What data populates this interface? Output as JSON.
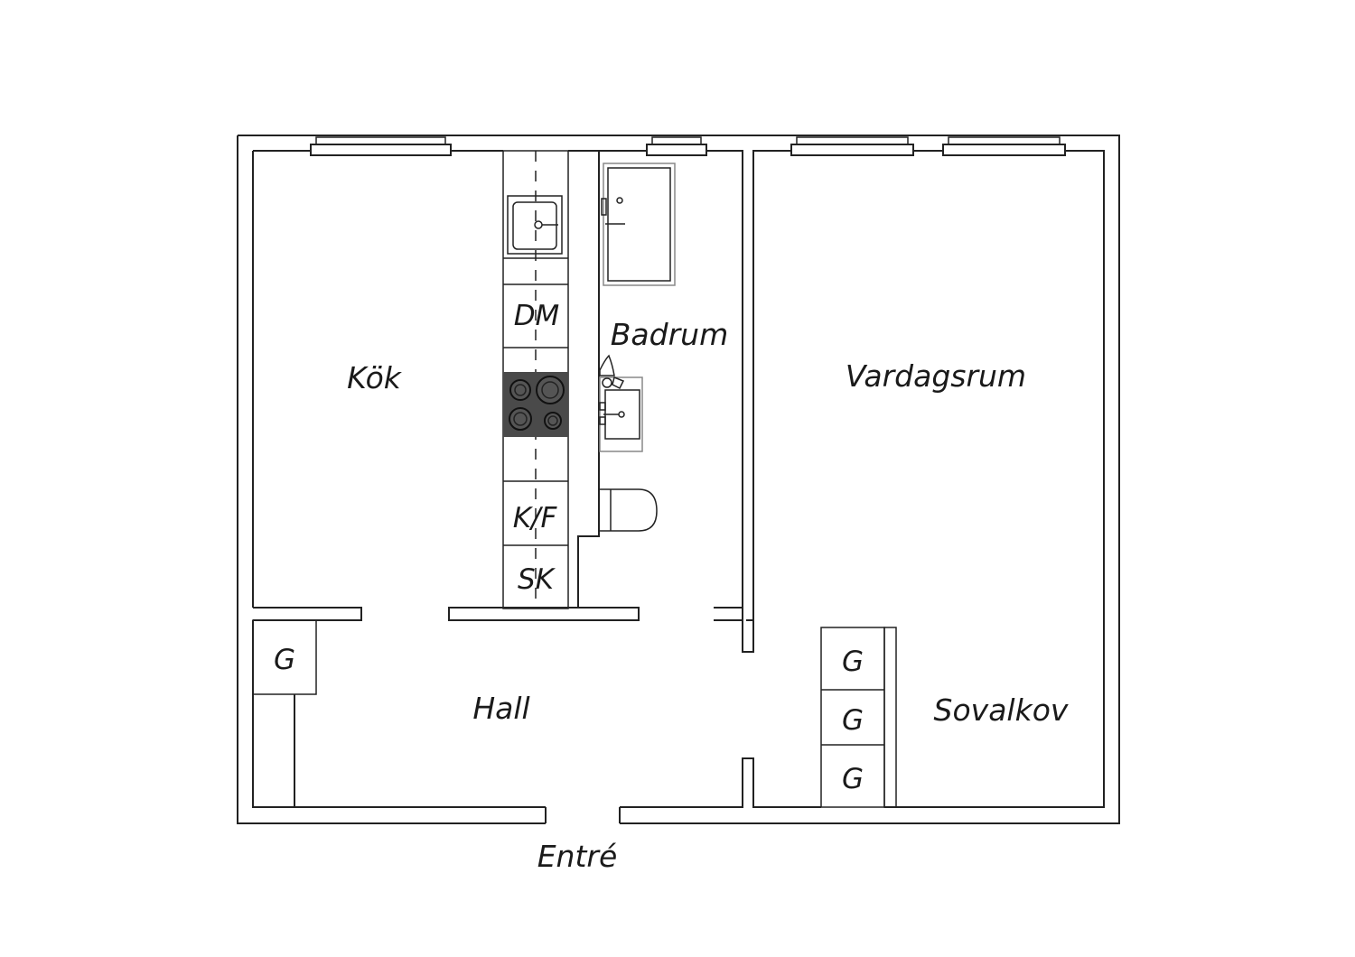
{
  "rooms": {
    "kitchen": "Kök",
    "bathroom": "Badrum",
    "living_room": "Vardagsrum",
    "hall": "Hall",
    "sleeping_alcove": "Sovalkov",
    "entrance": "Entré"
  },
  "fixtures": {
    "dishwasher": "DM",
    "fridge_freezer": "K/F",
    "cabinet": "SK",
    "wardrobe": "G"
  }
}
